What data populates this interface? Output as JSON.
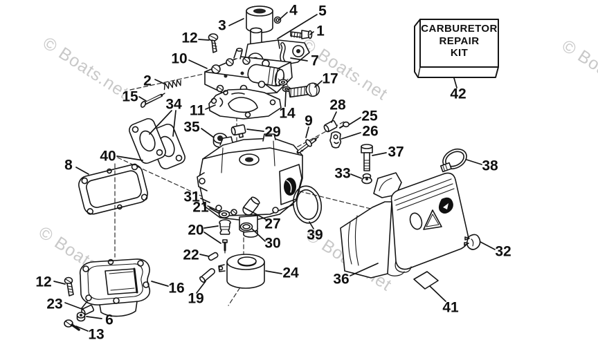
{
  "diagram": {
    "type": "exploded-parts-diagram",
    "subject": "Carburetor"
  },
  "watermark": {
    "text": "© Boats.net",
    "color": "#c8c8c8"
  },
  "repair_kit": {
    "line1": "CARBURETOR",
    "line2": "REPAIR",
    "line3": "KIT"
  },
  "callouts": {
    "c1": "1",
    "c2": "2",
    "c3": "3",
    "c4": "4",
    "c5": "5",
    "c6": "6",
    "c7": "7",
    "c8": "8",
    "c9": "9",
    "c10": "10",
    "c11": "11",
    "c12a": "12",
    "c12b": "12",
    "c13": "13",
    "c14": "14",
    "c15": "15",
    "c16": "16",
    "c17": "17",
    "c19": "19",
    "c20": "20",
    "c21": "21",
    "c22": "22",
    "c23": "23",
    "c24": "24",
    "c25": "25",
    "c26": "26",
    "c27": "27",
    "c28": "28",
    "c29": "29",
    "c30": "30",
    "c31": "31",
    "c32": "32",
    "c33": "33",
    "c34": "34",
    "c35": "35",
    "c36": "36",
    "c37": "37",
    "c38": "38",
    "c39": "39",
    "c40": "40",
    "c41": "41",
    "c42": "42"
  },
  "colors": {
    "ink": "#141414",
    "background": "#ffffff",
    "watermark": "#c8c8c8"
  }
}
